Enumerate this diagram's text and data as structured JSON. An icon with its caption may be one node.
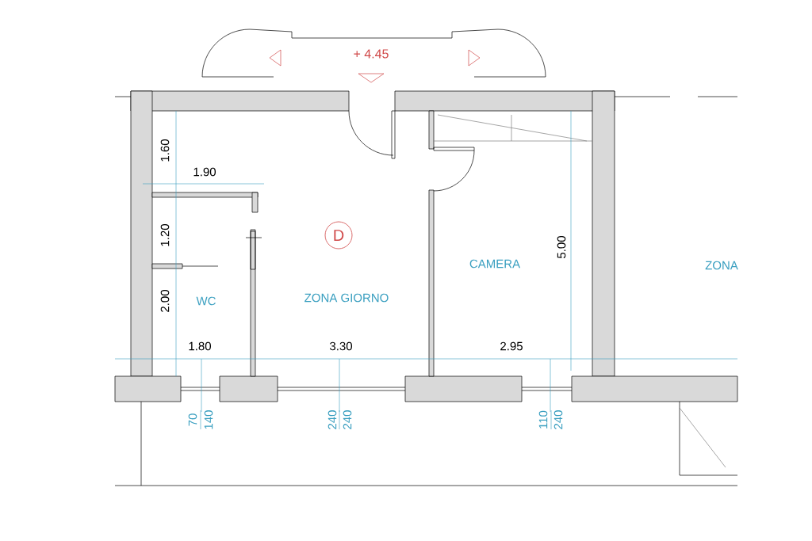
{
  "diagram": {
    "nodes": [
      {
        "text": [
          "D"
        ]
      }
    ],
    "edges": [],
    "labels": [
      "+ 4.45",
      "1.60",
      "1.90",
      "1.20",
      "CAMERA",
      "5.00",
      "ZONA",
      "WC",
      "ZONA GIORNO",
      "2.00",
      "1.80",
      "3.30",
      "2.95",
      "70",
      "140",
      "240",
      "240",
      "110",
      "240"
    ]
  }
}
